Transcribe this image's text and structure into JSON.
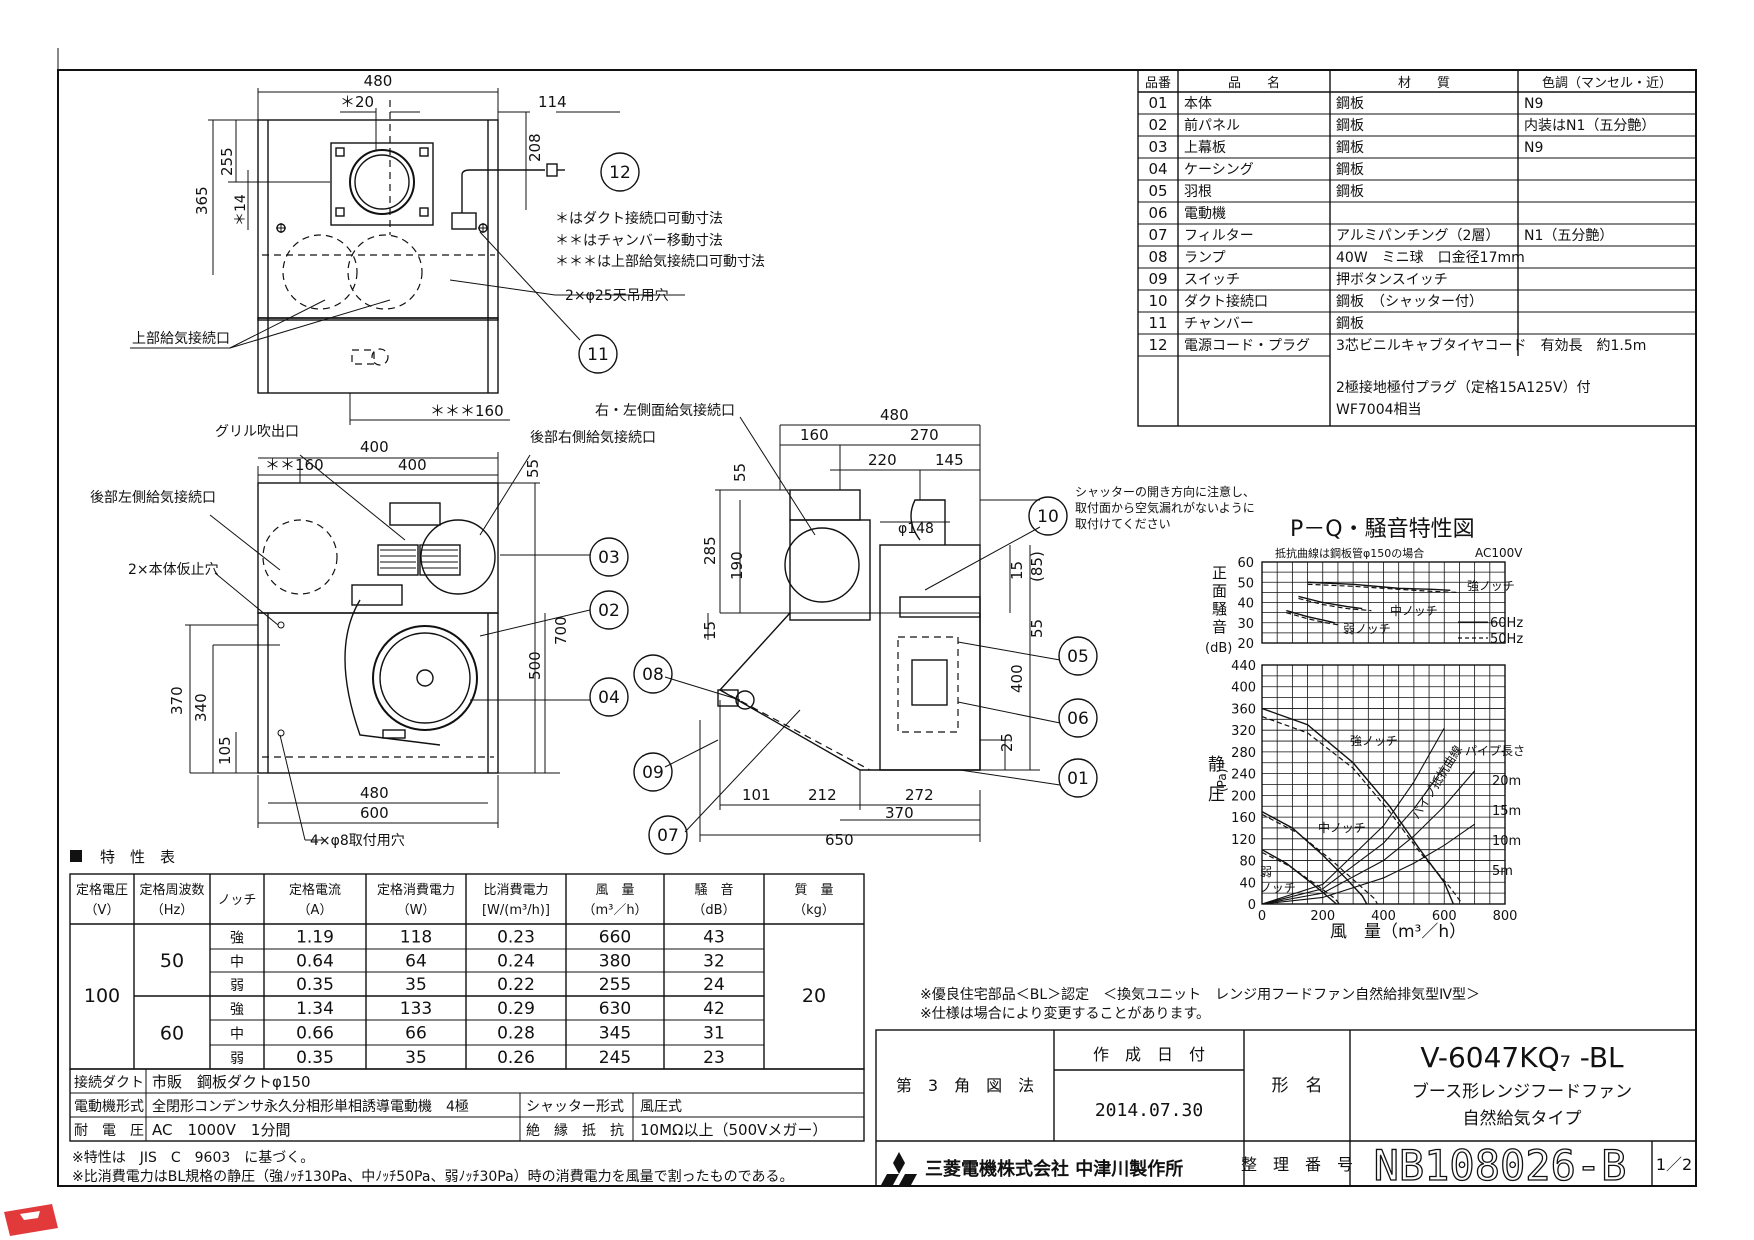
{
  "drawing": {
    "dims_top": {
      "w480": "480",
      "s20": "＊20",
      "d114": "114",
      "d255": "255",
      "d365": "365",
      "d14": "＊14",
      "d208": "208",
      "d160": "＊＊＊160"
    },
    "notes_dim": [
      "＊はダクト接続口可動寸法",
      "＊＊はチャンバー移動寸法",
      "＊＊＊は上部給気接続口可動寸法"
    ],
    "labels": {
      "upper_inlet": "上部給気接続口",
      "hang_holes": "2×φ25天吊用穴",
      "grille": "グリル吹出口",
      "rear_left": "後部左側給気接続口",
      "rear_right": "後部右側給気接続口",
      "temp_holes": "2×本体仮止穴",
      "mount_holes": "4×φ8取付用穴",
      "side_inlet": "右・左側面給気接続口",
      "shutter_note": [
        "シャッターの開き方向に注意し、",
        "取付面から空気漏れがないように",
        "取付けてください"
      ]
    },
    "dims_front": {
      "d400a": "400",
      "d160": "＊＊160",
      "d400b": "400",
      "d55": "55",
      "d700": "700",
      "d500": "500",
      "d370": "370",
      "d340": "340",
      "d105": "105",
      "d480": "480",
      "d600": "600"
    },
    "dims_side": {
      "d480": "480",
      "d160": "160",
      "d270": "270",
      "d220": "220",
      "d145": "145",
      "d55": "55",
      "d285": "285",
      "d190": "190",
      "d15": "15",
      "phi148": "φ148",
      "d15b": "15",
      "d85": "(85)",
      "d55b": "55",
      "d400": "400",
      "d25": "25",
      "d101": "101",
      "d212": "212",
      "d272": "272",
      "d370": "370",
      "d650": "650"
    },
    "balloons": [
      "01",
      "02",
      "03",
      "04",
      "05",
      "06",
      "07",
      "08",
      "09",
      "10",
      "11",
      "12"
    ]
  },
  "parts_table": {
    "headers": [
      "品番",
      "品　　名",
      "材　　質",
      "色調（マンセル・近）"
    ],
    "rows": [
      [
        "01",
        "本体",
        "鋼板",
        "N9"
      ],
      [
        "02",
        "前パネル",
        "鋼板",
        "内装はN1（五分艶）"
      ],
      [
        "03",
        "上幕板",
        "鋼板",
        "N9"
      ],
      [
        "04",
        "ケーシング",
        "鋼板",
        ""
      ],
      [
        "05",
        "羽根",
        "鋼板",
        ""
      ],
      [
        "06",
        "電動機",
        "",
        ""
      ],
      [
        "07",
        "フィルター",
        "アルミパンチング（2層）",
        "N1（五分艶）"
      ],
      [
        "08",
        "ランプ",
        "40W　ミニ球　口金径17mm",
        ""
      ],
      [
        "09",
        "スイッチ",
        "押ボタンスイッチ",
        ""
      ],
      [
        "10",
        "ダクト接続口",
        "鋼板　（シャッター付）",
        ""
      ],
      [
        "11",
        "チャンバー",
        "鋼板",
        ""
      ],
      [
        "12",
        "電源コード・プラグ",
        "3芯ビニルキャブタイヤコード　有効長　約1.5m",
        ""
      ]
    ],
    "row12_extra": [
      "2極接地極付プラグ（定格15A125V）付",
      "WF7004相当"
    ]
  },
  "pq_chart": {
    "title": "P－Q・騒音特性図",
    "note_resist": "抵抗曲線は鋼板管φ150の場合",
    "voltage": "AC100V",
    "noise_ylabel": [
      "正",
      "面",
      "騒",
      "音",
      "(dB)"
    ],
    "pressure_ylabel": [
      "静",
      "圧"
    ],
    "pressure_unit": "(Pa)",
    "xlabel": "風　量（m³／h）",
    "legend_60": "60Hz",
    "legend_50": "50Hz",
    "curve_labels": {
      "strong": "強ノッチ",
      "mid": "中ノッチ",
      "weak": "弱ノッチ",
      "weak2": [
        "弱",
        "ノッチ"
      ],
      "pipe_len": "パイプ長さ",
      "pipe_resist": "パイプ抵抗曲線"
    },
    "pipe_lengths": [
      "20m",
      "15m",
      "10m",
      "5m"
    ],
    "noise_yticks": [
      "60",
      "50",
      "40",
      "30",
      "20"
    ],
    "pressure_yticks": [
      "440",
      "400",
      "360",
      "320",
      "280",
      "240",
      "200",
      "160",
      "120",
      "80",
      "40",
      "0"
    ],
    "xticks": [
      "0",
      "200",
      "400",
      "600",
      "800"
    ]
  },
  "chart_data": {
    "type": "line",
    "title": "P－Q・騒音特性図",
    "xlabel": "風量(m³/h)",
    "ylabel": "静圧(Pa)",
    "xlim": [
      0,
      800
    ],
    "ylim": [
      0,
      440
    ],
    "series": [
      {
        "name": "強ノッチ 60Hz",
        "x": [
          0,
          150,
          300,
          420,
          520,
          600,
          630
        ],
        "y": [
          360,
          330,
          260,
          180,
          100,
          40,
          0
        ]
      },
      {
        "name": "強ノッチ 50Hz",
        "x": [
          0,
          150,
          300,
          420,
          520,
          620,
          660
        ],
        "y": [
          345,
          315,
          250,
          170,
          95,
          30,
          0
        ]
      },
      {
        "name": "中ノッチ 60Hz",
        "x": [
          0,
          100,
          200,
          280,
          330,
          345
        ],
        "y": [
          170,
          140,
          90,
          45,
          15,
          0
        ]
      },
      {
        "name": "中ノッチ 50Hz",
        "x": [
          0,
          120,
          230,
          320,
          370,
          380
        ],
        "y": [
          165,
          130,
          80,
          35,
          10,
          0
        ]
      },
      {
        "name": "弱ノッチ 60Hz",
        "x": [
          0,
          80,
          160,
          220,
          245
        ],
        "y": [
          100,
          75,
          40,
          12,
          0
        ]
      },
      {
        "name": "弱ノッチ 50Hz",
        "x": [
          0,
          90,
          180,
          240,
          255
        ],
        "y": [
          95,
          70,
          35,
          10,
          0
        ]
      },
      {
        "name": "20m",
        "x": [
          0,
          200,
          400,
          500,
          600
        ],
        "y": [
          0,
          36,
          144,
          225,
          324
        ]
      },
      {
        "name": "15m",
        "x": [
          0,
          200,
          400,
          500,
          600
        ],
        "y": [
          0,
          28,
          112,
          175,
          252
        ]
      },
      {
        "name": "10m",
        "x": [
          0,
          200,
          400,
          500,
          600,
          700
        ],
        "y": [
          0,
          20,
          80,
          125,
          180,
          245
        ]
      },
      {
        "name": "5m",
        "x": [
          0,
          200,
          400,
          500,
          600,
          700
        ],
        "y": [
          0,
          12,
          48,
          75,
          108,
          147
        ]
      }
    ]
  },
  "spec_table": {
    "title": "特　性　表",
    "headers": [
      "定格電圧\n（V）",
      "定格周波数\n（Hz）",
      "ノッチ",
      "定格電流\n（A）",
      "定格消費電力\n（W）",
      "比消費電力\n[W/(m³/h)]",
      "風　量\n（m³／h）",
      "騒　音\n（dB）",
      "質　量\n（kg）"
    ],
    "voltage": "100",
    "mass": "20",
    "groups": [
      {
        "hz": "50",
        "rows": [
          [
            "強",
            "1.19",
            "118",
            "0.23",
            "660",
            "43"
          ],
          [
            "中",
            "0.64",
            "64",
            "0.24",
            "380",
            "32"
          ],
          [
            "弱",
            "0.35",
            "35",
            "0.22",
            "255",
            "24"
          ]
        ]
      },
      {
        "hz": "60",
        "rows": [
          [
            "強",
            "1.34",
            "133",
            "0.29",
            "630",
            "42"
          ],
          [
            "中",
            "0.66",
            "66",
            "0.28",
            "345",
            "31"
          ],
          [
            "弱",
            "0.35",
            "35",
            "0.26",
            "245",
            "23"
          ]
        ]
      }
    ],
    "duct_label": "接続ダクト",
    "duct_value": "市販　鋼板ダクトφ150",
    "motor_label": "電動機形式",
    "motor_value": "全閉形コンデンサ永久分相形単相誘導電動機　4極",
    "shutter_label": "シャッター形式",
    "shutter_value": "風圧式",
    "withstand_label": "耐　電　圧",
    "withstand_value": "AC　1000V　1分間",
    "insulation_label": "絶　縁　抵　抗",
    "insulation_value": "10MΩ以上（500Vメガー）",
    "notes": [
      "※特性は　JIS　C　9603　に基づく。",
      "※比消費電力はBL規格の静圧（強ﾉｯﾁ130Pa、中ﾉｯﾁ50Pa、弱ﾉｯﾁ30Pa）時の消費電力を風量で割ったものである。"
    ]
  },
  "title_block": {
    "notes": [
      "※優良住宅部品＜BL＞認定　＜換気ユニット　レンジ用フードファン自然給排気型Ⅳ型＞",
      "※仕様は場合により変更することがあります。"
    ],
    "projection": "第　3　角　図　法",
    "date_label": "作　成　日　付",
    "date": "2014.07.30",
    "model_label": "形　名",
    "model": "V-6047KQ₇ -BL",
    "product_name": "ブース形レンジフードファン",
    "product_type": "自然給気タイプ",
    "company": "三菱電機株式会社 中津川製作所",
    "number_label": "整　理　番　号",
    "number": "NB108026-B",
    "page": "1／2"
  }
}
